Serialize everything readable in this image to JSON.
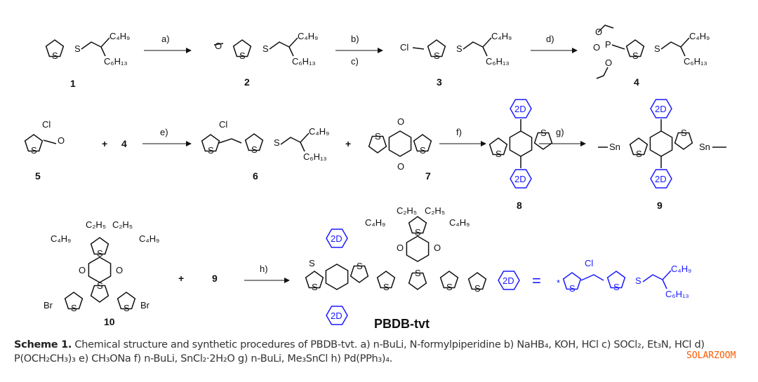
{
  "compounds": {
    "c1": "1",
    "c2": "2",
    "c3": "3",
    "c4": "4",
    "c5": "5",
    "c6": "6",
    "c7": "7",
    "c8": "8",
    "c9": "9",
    "c9b": "9",
    "c10": "10",
    "c4b": "4",
    "polymer": "PBDB-tvt"
  },
  "steps": {
    "a": "a)",
    "b": "b)",
    "c": "c)",
    "d": "d)",
    "e": "e)",
    "f": "f)",
    "g": "g)",
    "h": "h)"
  },
  "plus": "+",
  "equals": "=",
  "groups": {
    "C4H9": "C₄H₉",
    "C6H13": "C₆H₁₃",
    "C2H5": "C₂H₅",
    "S": "S",
    "O": "O",
    "Cl": "Cl",
    "Br": "Br",
    "P": "P",
    "Sn": "Sn",
    "twoD": "2D",
    "star": "*"
  },
  "caption": {
    "title": "Scheme 1.",
    "text": " Chemical structure and synthetic procedures of PBDB-tvt. a) n-BuLi, N-formylpiperidine b) NaHB₄, KOH, HCl c) SOCl₂, Et₃N, HCl d) P(OCH₂CH₃)₃ e) CH₃ONa f) n-BuLi, SnCl₂·2H₂O g) n-BuLi, Me₃SnCl h) Pd(PPh₃)₄."
  },
  "watermark": "SOLARZOOM",
  "colors": {
    "accent": "#1a1aff",
    "watermark": "#ff5a00"
  }
}
